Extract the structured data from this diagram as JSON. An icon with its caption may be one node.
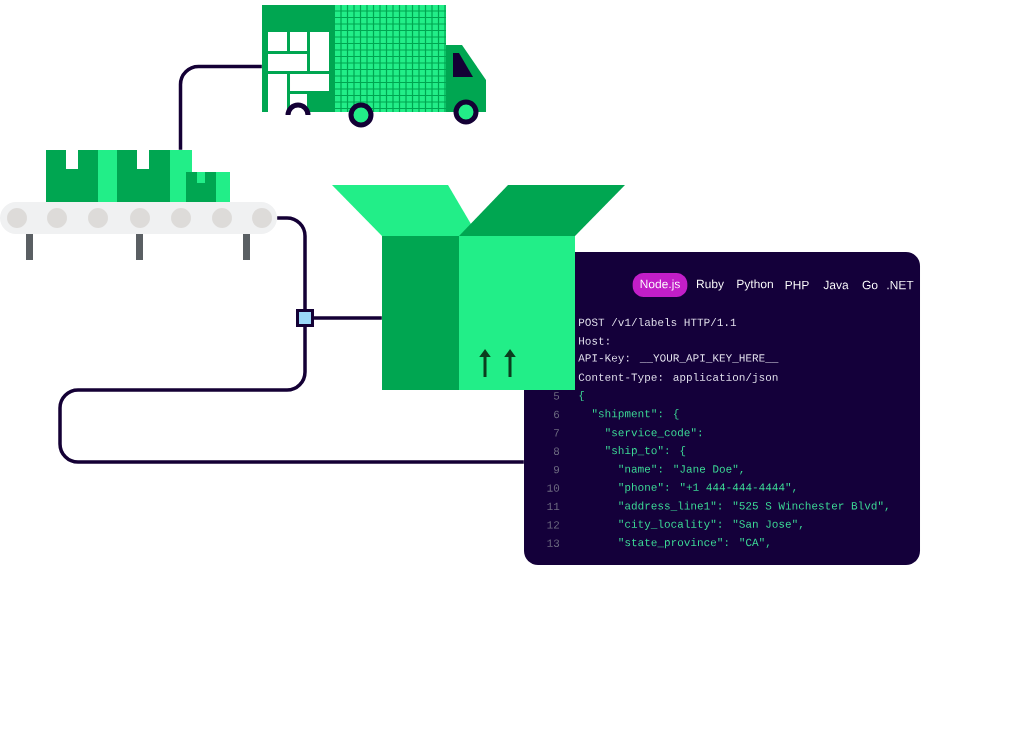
{
  "diagram": {
    "nodes": [
      {
        "text": [],
        "shape": "picture"
      },
      {
        "text": [],
        "shape": "picture"
      },
      {
        "text": [],
        "shape": "box"
      },
      {
        "text": [],
        "shape": "picture"
      },
      {
        "text": [
          "Node.js",
          "Ruby",
          "Python",
          "PHP",
          "Java",
          "Go",
          ".NET"
        ]
      }
    ],
    "edges": [
      {
        "from": 1,
        "to": 0,
        "arrow": "none"
      },
      {
        "from": 1,
        "to": 2,
        "arrow": "none"
      },
      {
        "from": 2,
        "to": 3,
        "arrow": "none"
      },
      {
        "from": 2,
        "to": 4,
        "arrow": "none"
      }
    ],
    "labels": [
      "POST /v1/labels HTTP/1.1",
      "Host:",
      "API-Key: __YOUR_API_KEY_HERE__",
      "Content-Type: application/json",
      "5",
      "{",
      "6",
      "\"shipment\": {",
      "7",
      "\"service_code\":",
      "8",
      "\"ship_to\": {",
      "9",
      "\"name\": \"Jane Doe\",",
      "10",
      "\"phone\": \"+1 444-444-4444\",",
      "11",
      "\"address_line1\": \"525 S Winchester Blvd\",",
      "12",
      "\"city_locality\": \"San Jose\",",
      "13",
      "\"state_province\": \"CA\","
    ]
  }
}
